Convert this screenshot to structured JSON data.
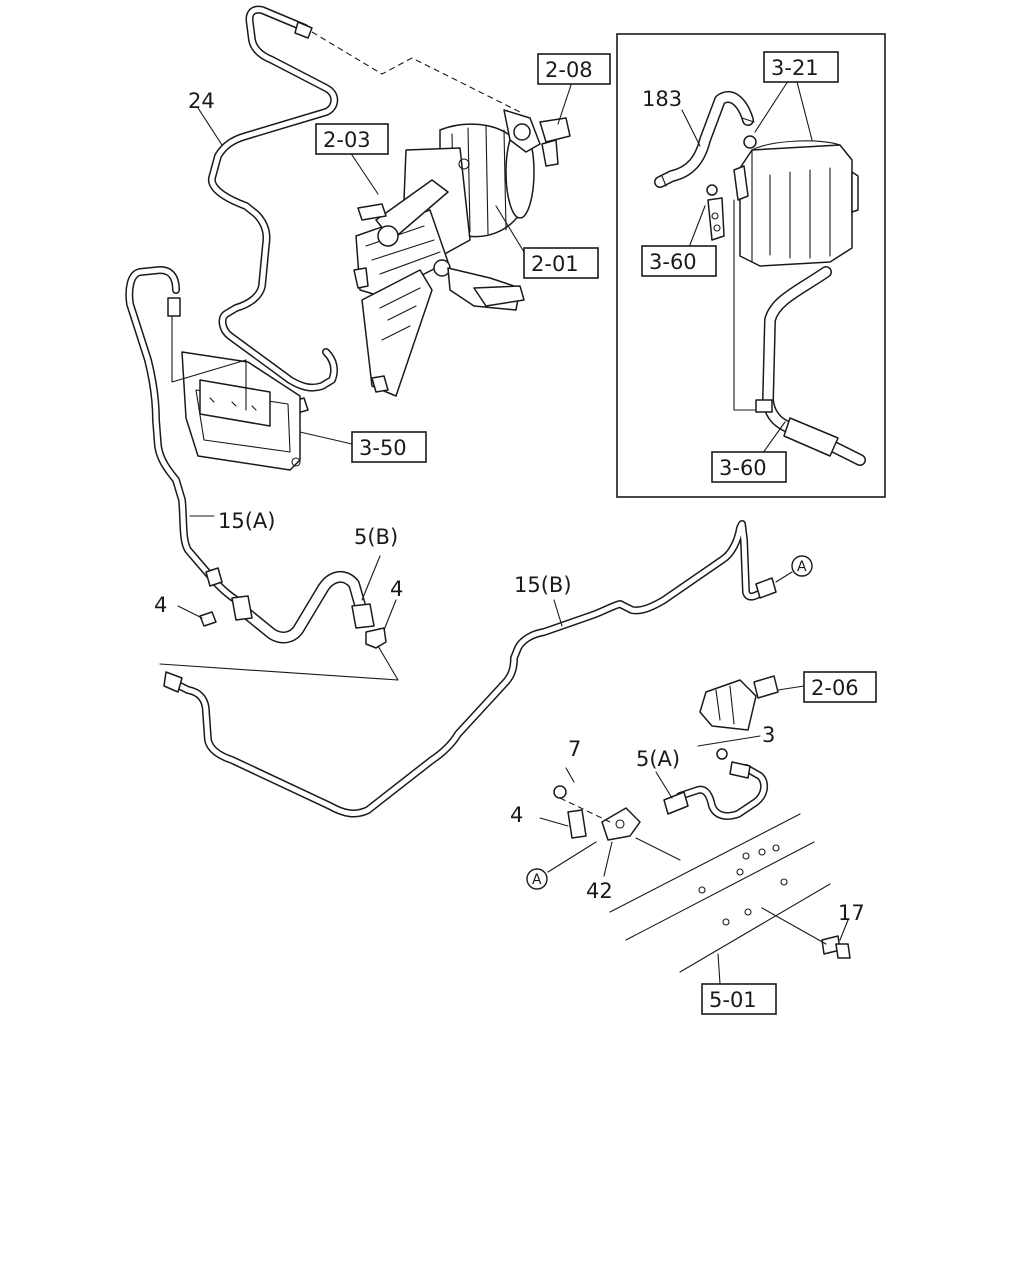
{
  "labels": {
    "ref_2_08": "2-08",
    "ref_2_03": "2-03",
    "ref_2_01": "2-01",
    "ref_3_21": "3-21",
    "ref_3_60_top": "3-60",
    "ref_3_60_bottom": "3-60",
    "ref_3_50": "3-50",
    "ref_2_06": "2-06",
    "ref_5_01": "5-01",
    "part_24": "24",
    "part_183": "183",
    "part_15a": "15(A)",
    "part_15b": "15(B)",
    "part_5b": "5(B)",
    "part_5a": "5(A)",
    "part_4_left": "4",
    "part_4_mid": "4",
    "part_4_lower": "4",
    "part_3": "3",
    "part_7": "7",
    "part_42": "42",
    "part_17": "17",
    "marker_a_right": "A",
    "marker_a_lower": "A"
  }
}
